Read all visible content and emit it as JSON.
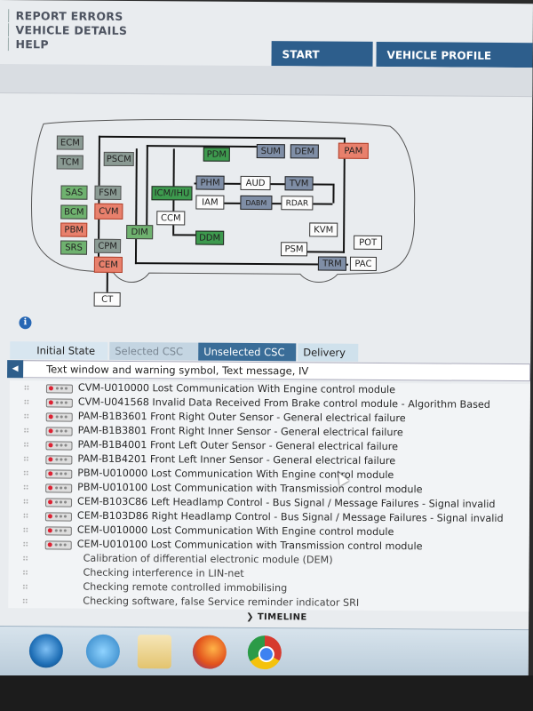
{
  "menu": [
    "REPORT ERRORS",
    "VEHICLE DETAILS",
    "HELP"
  ],
  "top_tabs": [
    "START",
    "VEHICLE PROFILE"
  ],
  "modules": {
    "ECM": "ECM",
    "TCM": "TCM",
    "PSCM": "PSCM",
    "PDM": "PDM",
    "SUM": "SUM",
    "DEM": "DEM",
    "PAM": "PAM",
    "SAS": "SAS",
    "FSM": "FSM",
    "BCM": "BCM",
    "CVM": "CVM",
    "ICM": "ICM/IHU",
    "PHM": "PHM",
    "AUD": "AUD",
    "TVM": "TVM",
    "IAM": "IAM",
    "DABM": "DABM",
    "RDAR": "RDAR",
    "CCM": "CCM",
    "DIM": "DIM",
    "PBM": "PBM",
    "DDM": "DDM",
    "KVM": "KVM",
    "POT": "POT",
    "SRS": "SRS",
    "CPM": "CPM",
    "PSM": "PSM",
    "CEM": "CEM",
    "TRM": "TRM",
    "PAC": "PAC",
    "CT": "CT"
  },
  "info_icon": "info-icon",
  "list_tabs": [
    "Initial State",
    "Selected CSC",
    "Unselected CSC",
    "Delivery"
  ],
  "header_text": "Text window and warning symbol, Text message, IV",
  "errors": [
    "CVM-U010000 Lost Communication With Engine control module",
    "CVM-U041568 Invalid Data Received From Brake control module - Algorithm Based",
    "PAM-B1B3601 Front Right Outer Sensor - General electrical failure",
    "PAM-B1B3801 Front Right Inner Sensor - General electrical failure",
    "PAM-B1B4001 Front Left Outer Sensor - General electrical failure",
    "PAM-B1B4201 Front Left Inner Sensor - General electrical failure",
    "PBM-U010000 Lost Communication With Engine control module",
    "PBM-U010100 Lost Communication with Transmission control module",
    "CEM-B103C86 Left Headlamp Control - Bus Signal / Message Failures - Signal invalid",
    "CEM-B103D86 Right Headlamp Control - Bus Signal / Message Failures - Signal invalid",
    "CEM-U010000 Lost Communication With Engine control module",
    "CEM-U010100 Lost Communication with Transmission control module"
  ],
  "checks": [
    "Calibration of differential electronic module (DEM)",
    "Checking interference in LIN-net",
    "Checking remote controlled immobilising",
    "Checking software, false Service reminder indicator SRI"
  ],
  "footer": {
    "timeline": "TIMELINE"
  }
}
